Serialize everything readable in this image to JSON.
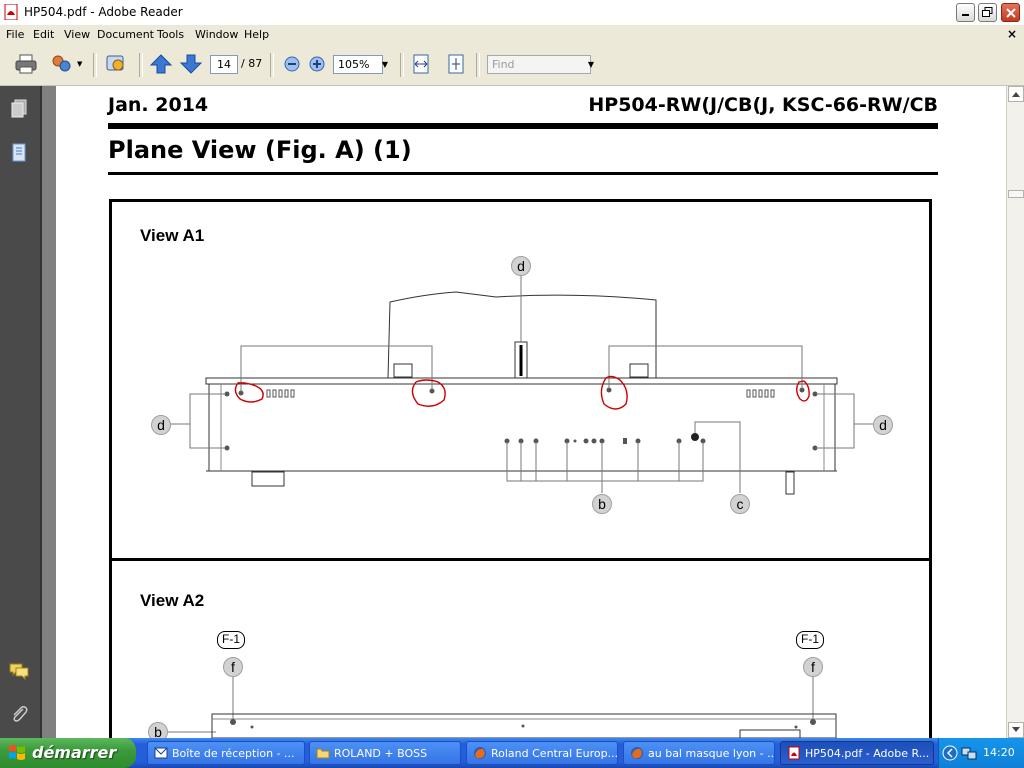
{
  "window": {
    "title": "HP504.pdf - Adobe Reader"
  },
  "menu": {
    "items": [
      "File",
      "Edit",
      "View",
      "Document",
      "Tools",
      "Window",
      "Help"
    ],
    "close": "×"
  },
  "toolbar": {
    "page_current": "14",
    "page_total": "/ 87",
    "zoom": "105%",
    "find_placeholder": "Find"
  },
  "document": {
    "date": "Jan. 2014",
    "model": "HP504-RW(J/CB(J, KSC-66-RW/CB",
    "title": "Plane View (Fig. A) (1)",
    "views": [
      {
        "label": "View A1"
      },
      {
        "label": "View A2"
      }
    ],
    "callouts": {
      "b": "b",
      "c": "c",
      "d": "d",
      "f": "f",
      "f1": "F-1"
    }
  },
  "taskbar": {
    "start_label": "démarrer",
    "tasks": [
      {
        "label": "Boîte de réception - ...",
        "icon": "outlook-icon"
      },
      {
        "label": "ROLAND + BOSS",
        "icon": "folder-icon"
      },
      {
        "label": "Roland Central Europ...",
        "icon": "firefox-icon"
      },
      {
        "label": "au bal masque lyon - ...",
        "icon": "firefox-icon"
      },
      {
        "label": "HP504.pdf - Adobe R...",
        "icon": "pdf-icon"
      }
    ],
    "clock": "14:20"
  },
  "colors": {
    "titlebar_bg": "#ffffff",
    "taskbar_blue": "#245edb",
    "start_green": "#3c9b3c",
    "annotation_red": "#d00000"
  }
}
